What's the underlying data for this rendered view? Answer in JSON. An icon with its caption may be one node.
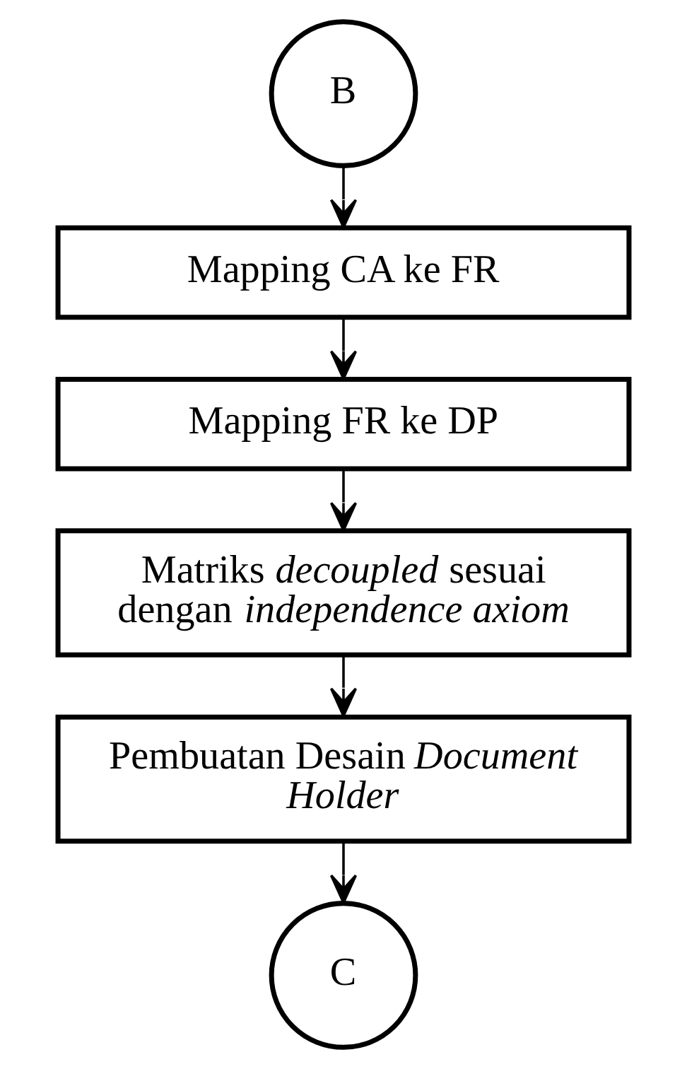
{
  "diagram": {
    "nodes": [
      {
        "text": [
          "B"
        ]
      },
      {
        "text": [
          "Mapping CA ke FR"
        ]
      },
      {
        "text": [
          "Mapping FR ke DP"
        ]
      },
      {
        "text": [
          "Matriks *decoupled* sesuai dengan *independence axiom*"
        ]
      },
      {
        "text": [
          "Pembuatan Desain *Document Holder*"
        ]
      },
      {
        "text": [
          "C"
        ]
      }
    ],
    "edges": [
      {
        "from": 0,
        "to": 1,
        "arrow": "to"
      },
      {
        "from": 1,
        "to": 2,
        "arrow": "to"
      },
      {
        "from": 2,
        "to": 3,
        "arrow": "to"
      },
      {
        "from": 3,
        "to": 4,
        "arrow": "to"
      },
      {
        "from": 4,
        "to": 5,
        "arrow": "to"
      }
    ]
  }
}
